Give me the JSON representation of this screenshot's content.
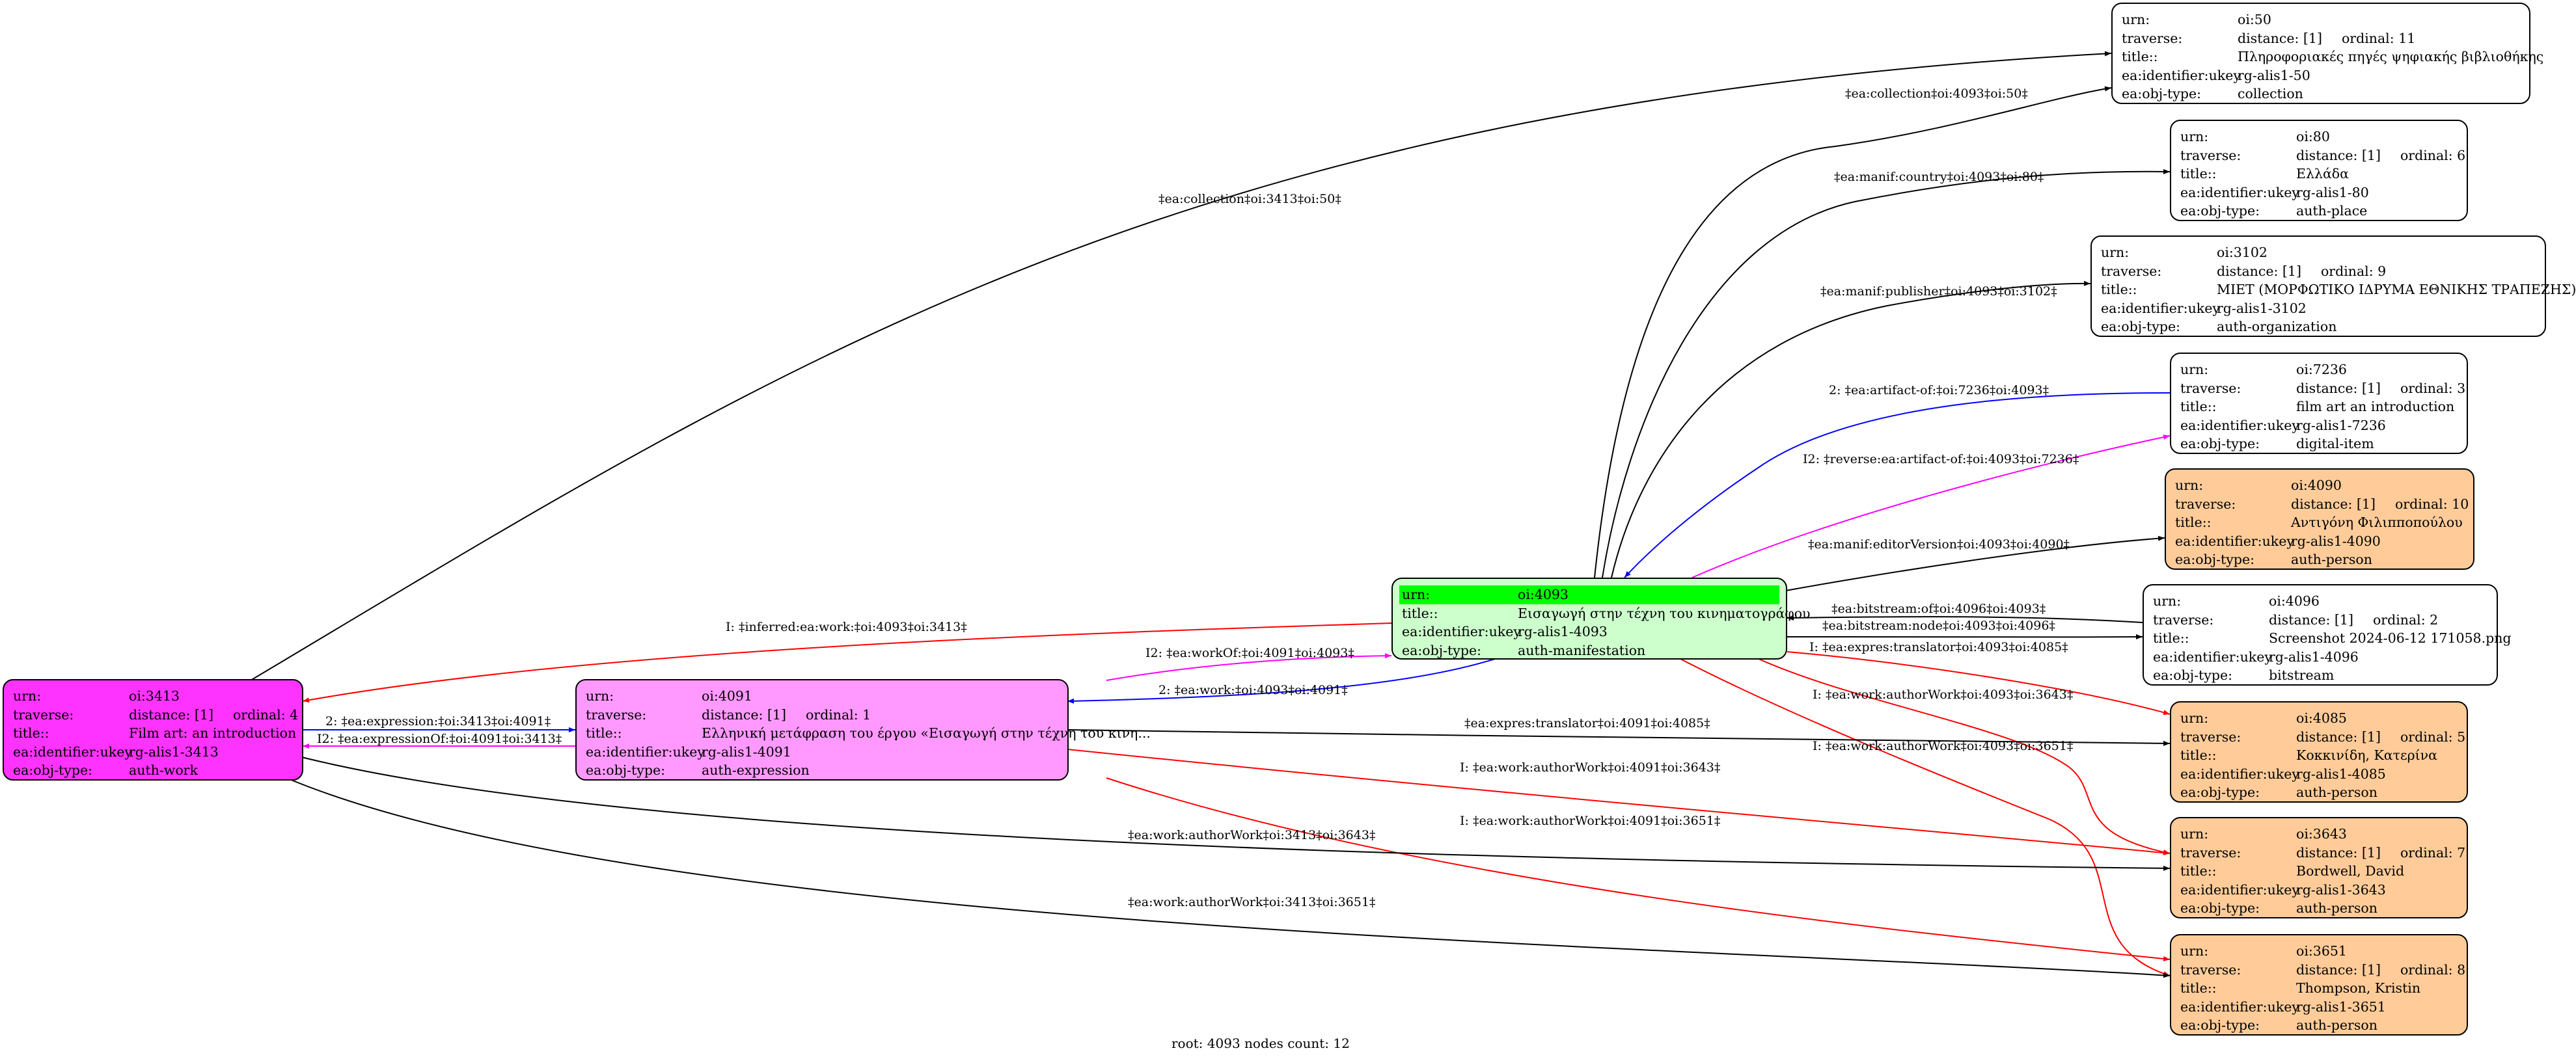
{
  "footer": "root: 4093 nodes count: 12",
  "nodes": {
    "n3413": {
      "rows": [
        [
          "urn:",
          "oi:3413"
        ],
        [
          "traverse:",
          "distance: [1]",
          "ordinal: 4"
        ],
        [
          "title::",
          "Film art: an introduction"
        ],
        [
          "ea:identifier:ukey",
          "rg-alis1-3413"
        ],
        [
          "ea:obj-type:",
          "auth-work"
        ]
      ]
    },
    "n4091": {
      "rows": [
        [
          "urn:",
          "oi:4091"
        ],
        [
          "traverse:",
          "distance: [1]",
          "ordinal: 1"
        ],
        [
          "title::",
          "Ελληνική μετάφραση του έργου «Εισαγωγή στην τέχνη του κινη..."
        ],
        [
          "ea:identifier:ukey",
          "rg-alis1-4091"
        ],
        [
          "ea:obj-type:",
          "auth-expression"
        ]
      ]
    },
    "n4093": {
      "rows": [
        [
          "urn:",
          "oi:4093"
        ],
        [
          "title::",
          "Εισαγωγή στην τέχνη του κινηματογράφου"
        ],
        [
          "ea:identifier:ukey",
          "rg-alis1-4093"
        ],
        [
          "ea:obj-type:",
          "auth-manifestation"
        ]
      ]
    },
    "n50": {
      "rows": [
        [
          "urn:",
          "oi:50"
        ],
        [
          "traverse:",
          "distance: [1]",
          "ordinal: 11"
        ],
        [
          "title::",
          "Πληροφοριακές πηγές ψηφιακής βιβλιοθήκης"
        ],
        [
          "ea:identifier:ukey",
          "rg-alis1-50"
        ],
        [
          "ea:obj-type:",
          "collection"
        ]
      ]
    },
    "n80": {
      "rows": [
        [
          "urn:",
          "oi:80"
        ],
        [
          "traverse:",
          "distance: [1]",
          "ordinal: 6"
        ],
        [
          "title::",
          "Ελλάδα"
        ],
        [
          "ea:identifier:ukey",
          "rg-alis1-80"
        ],
        [
          "ea:obj-type:",
          "auth-place"
        ]
      ]
    },
    "n3102": {
      "rows": [
        [
          "urn:",
          "oi:3102"
        ],
        [
          "traverse:",
          "distance: [1]",
          "ordinal: 9"
        ],
        [
          "title::",
          "ΜΙΕΤ (ΜΟΡΦΩΤΙΚΟ ΙΔΡΥΜΑ ΕΘΝΙΚΗΣ ΤΡΑΠΕΖΗΣ)"
        ],
        [
          "ea:identifier:ukey",
          "rg-alis1-3102"
        ],
        [
          "ea:obj-type:",
          "auth-organization"
        ]
      ]
    },
    "n7236": {
      "rows": [
        [
          "urn:",
          "oi:7236"
        ],
        [
          "traverse:",
          "distance: [1]",
          "ordinal: 3"
        ],
        [
          "title::",
          "film art an introduction"
        ],
        [
          "ea:identifier:ukey",
          "rg-alis1-7236"
        ],
        [
          "ea:obj-type:",
          "digital-item"
        ]
      ]
    },
    "n4090": {
      "rows": [
        [
          "urn:",
          "oi:4090"
        ],
        [
          "traverse:",
          "distance: [1]",
          "ordinal: 10"
        ],
        [
          "title::",
          "Αντιγόνη Φιλιπποπούλου"
        ],
        [
          "ea:identifier:ukey",
          "rg-alis1-4090"
        ],
        [
          "ea:obj-type:",
          "auth-person"
        ]
      ]
    },
    "n4096": {
      "rows": [
        [
          "urn:",
          "oi:4096"
        ],
        [
          "traverse:",
          "distance: [1]",
          "ordinal: 2"
        ],
        [
          "title::",
          "Screenshot 2024-06-12 171058.png"
        ],
        [
          "ea:identifier:ukey",
          "rg-alis1-4096"
        ],
        [
          "ea:obj-type:",
          "bitstream"
        ]
      ]
    },
    "n4085": {
      "rows": [
        [
          "urn:",
          "oi:4085"
        ],
        [
          "traverse:",
          "distance: [1]",
          "ordinal: 5"
        ],
        [
          "title::",
          "Κοκκινίδη, Κατερίνα"
        ],
        [
          "ea:identifier:ukey",
          "rg-alis1-4085"
        ],
        [
          "ea:obj-type:",
          "auth-person"
        ]
      ]
    },
    "n3643": {
      "rows": [
        [
          "urn:",
          "oi:3643"
        ],
        [
          "traverse:",
          "distance: [1]",
          "ordinal: 7"
        ],
        [
          "title::",
          "Bordwell, David"
        ],
        [
          "ea:identifier:ukey",
          "rg-alis1-3643"
        ],
        [
          "ea:obj-type:",
          "auth-person"
        ]
      ]
    },
    "n3651": {
      "rows": [
        [
          "urn:",
          "oi:3651"
        ],
        [
          "traverse:",
          "distance: [1]",
          "ordinal: 8"
        ],
        [
          "title::",
          "Thompson, Kristin"
        ],
        [
          "ea:identifier:ukey",
          "rg-alis1-3651"
        ],
        [
          "ea:obj-type:",
          "auth-person"
        ]
      ]
    }
  },
  "colors": {
    "work": "#ff33ff",
    "expression": "#ff99ff",
    "manifestation": "#ccffcc",
    "urn_highlight": "#00ff00",
    "person": "#ffcc99",
    "plain": "#ffffff",
    "edge_black": "#000000",
    "edge_red": "#ff0000",
    "edge_blue": "#0000ff",
    "edge_magenta": "#ff00ff"
  },
  "edges": [
    {
      "id": "e_col3413",
      "label": "‡ea:collection‡oi:3413‡oi:50‡",
      "color": "#000000"
    },
    {
      "id": "e_col4093",
      "label": "‡ea:collection‡oi:4093‡oi:50‡",
      "color": "#000000"
    },
    {
      "id": "e_country",
      "label": "‡ea:manif:country‡oi:4093‡oi:80‡",
      "color": "#000000"
    },
    {
      "id": "e_publisher",
      "label": "‡ea:manif:publisher‡oi:4093‡oi:3102‡",
      "color": "#000000"
    },
    {
      "id": "e_artifact",
      "label": "2: ‡ea:artifact-of:‡oi:7236‡oi:4093‡",
      "color": "#0000ff"
    },
    {
      "id": "e_revartifact",
      "label": "I2: ‡reverse:ea:artifact-of:‡oi:4093‡oi:7236‡",
      "color": "#ff00ff"
    },
    {
      "id": "e_editor",
      "label": "‡ea:manif:editorVersion‡oi:4093‡oi:4090‡",
      "color": "#000000"
    },
    {
      "id": "e_bitof",
      "label": "‡ea:bitstream:of‡oi:4096‡oi:4093‡",
      "color": "#000000"
    },
    {
      "id": "e_bitnode",
      "label": "‡ea:bitstream:node‡oi:4093‡oi:4096‡",
      "color": "#000000"
    },
    {
      "id": "e_transl4093",
      "label": "I: ‡ea:expres:translator‡oi:4093‡oi:4085‡",
      "color": "#ff0000"
    },
    {
      "id": "e_auth3643_4093",
      "label": "I: ‡ea:work:authorWork‡oi:4093‡oi:3643‡",
      "color": "#ff0000"
    },
    {
      "id": "e_auth3651_4093",
      "label": "I: ‡ea:work:authorWork‡oi:4093‡oi:3651‡",
      "color": "#ff0000"
    },
    {
      "id": "e_inferred",
      "label": "I: ‡inferred:ea:work:‡oi:4093‡oi:3413‡",
      "color": "#ff0000"
    },
    {
      "id": "e_workof",
      "label": "I2: ‡ea:workOf:‡oi:4091‡oi:4093‡",
      "color": "#ff00ff"
    },
    {
      "id": "e_work",
      "label": "2: ‡ea:work:‡oi:4093‡oi:4091‡",
      "color": "#0000ff"
    },
    {
      "id": "e_expression",
      "label": "2: ‡ea:expression:‡oi:3413‡oi:4091‡",
      "color": "#0000ff"
    },
    {
      "id": "e_expressionof",
      "label": "I2: ‡ea:expressionOf:‡oi:4091‡oi:3413‡",
      "color": "#ff00ff"
    },
    {
      "id": "e_transl4091",
      "label": "‡ea:expres:translator‡oi:4091‡oi:4085‡",
      "color": "#000000"
    },
    {
      "id": "e_auth3643_4091",
      "label": "I: ‡ea:work:authorWork‡oi:4091‡oi:3643‡",
      "color": "#ff0000"
    },
    {
      "id": "e_auth3651_4091",
      "label": "I: ‡ea:work:authorWork‡oi:4091‡oi:3651‡",
      "color": "#ff0000"
    },
    {
      "id": "e_auth3643_3413",
      "label": "‡ea:work:authorWork‡oi:3413‡oi:3643‡",
      "color": "#000000"
    },
    {
      "id": "e_auth3651_3413",
      "label": "‡ea:work:authorWork‡oi:3413‡oi:3651‡",
      "color": "#000000"
    }
  ]
}
